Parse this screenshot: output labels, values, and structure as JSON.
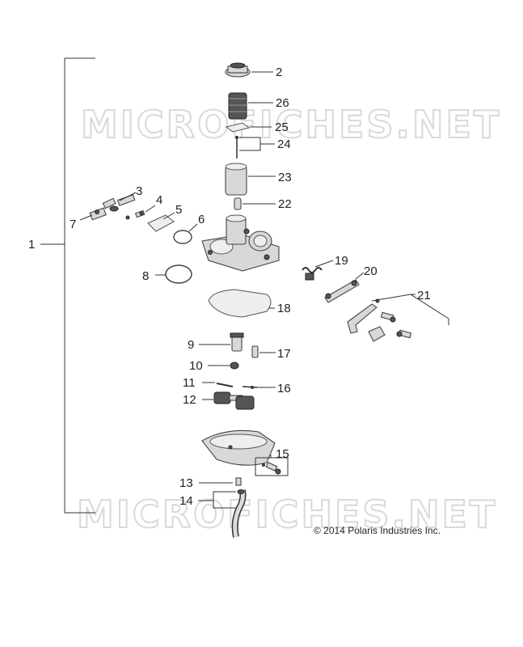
{
  "watermark": "MICROFICHES.NET",
  "copyright": "© 2014 Polaris Industries Inc.",
  "callouts": {
    "c1": "1",
    "c2": "2",
    "c3": "3",
    "c4": "4",
    "c5": "5",
    "c6": "6",
    "c7": "7",
    "c8": "8",
    "c9": "9",
    "c10": "10",
    "c11": "11",
    "c12": "12",
    "c13": "13",
    "c14": "14",
    "c15": "15",
    "c16": "16",
    "c17": "17",
    "c18": "18",
    "c19": "19",
    "c20": "20",
    "c21": "21",
    "c22": "22",
    "c23": "23",
    "c24": "24",
    "c25": "25",
    "c26": "26"
  }
}
